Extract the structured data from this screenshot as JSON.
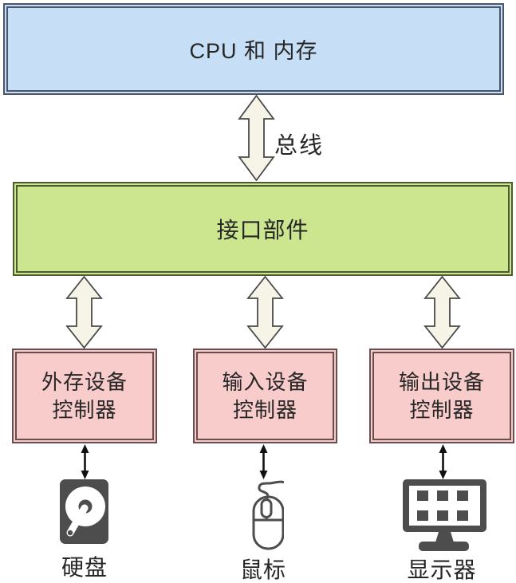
{
  "diagram": {
    "title_note": "computer hardware bus architecture diagram",
    "cpu_memory": {
      "label": "CPU 和 内存"
    },
    "bus": {
      "label": "总线"
    },
    "interface": {
      "label": "接口部件"
    },
    "controllers": [
      {
        "line1": "外存设备",
        "line2": "控制器"
      },
      {
        "line1": "输入设备",
        "line2": "控制器"
      },
      {
        "line1": "输出设备",
        "line2": "控制器"
      }
    ],
    "devices": [
      {
        "label": "硬盘",
        "icon": "hard-disk-icon"
      },
      {
        "label": "鼠标",
        "icon": "mouse-icon"
      },
      {
        "label": "显示器",
        "icon": "monitor-icon"
      }
    ],
    "colors": {
      "cpu_fill": "#c6dff6",
      "cpu_border": "#4a5568",
      "interface_fill": "#cbe68f",
      "interface_border": "#4c5c30",
      "controller_fill": "#f9cccc",
      "controller_border": "#684e4e",
      "arrow_fill": "#f5f4e7",
      "arrow_stroke": "#4a4a4a",
      "icon_color": "#4d4d4d",
      "text": "#262626"
    }
  }
}
